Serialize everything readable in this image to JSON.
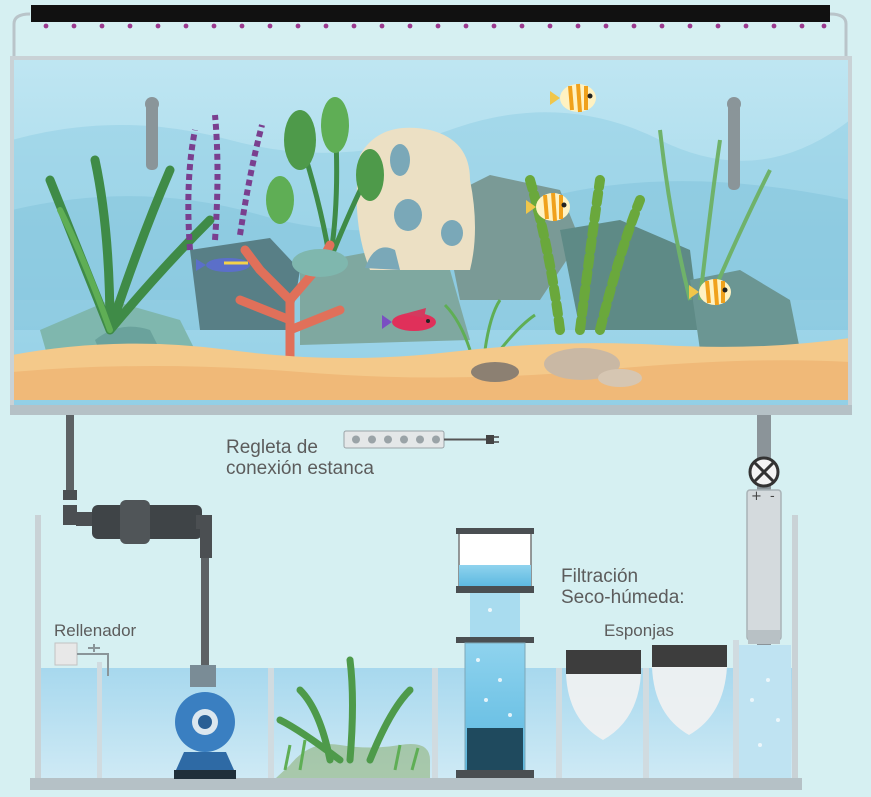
{
  "labels": {
    "power_strip_line1": "Regleta de",
    "power_strip_line2": "conexión estanca",
    "filtration_line1": "Filtración",
    "filtration_line2": "Seco-húmeda:",
    "sponges": "Esponjas",
    "refill": "Rellenador",
    "valve_signs": "+ -"
  },
  "colors": {
    "background": "#d6f0f2",
    "water": "#a9dcef",
    "sand": "#f4c98a",
    "light_bar": "#111111",
    "light_leds": "#9b3a8f",
    "glass_frame": "#c9d2d6",
    "pump": "#3a7fc1",
    "coral": "#e0705a"
  }
}
